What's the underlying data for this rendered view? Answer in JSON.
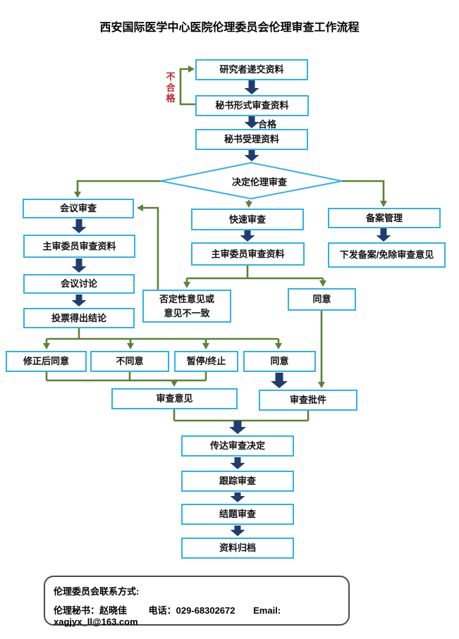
{
  "title": "西安国际医学中心医院伦理委员会伦理审查工作流程",
  "nodes": {
    "submit": {
      "label": "研究者递交资料"
    },
    "formal_review": {
      "label": "秘书形式审查资料"
    },
    "accept": {
      "label": "秘书受理资料"
    },
    "decide": {
      "label": "决定伦理审查"
    },
    "meeting_review": {
      "label": "会议审查"
    },
    "chief_review_meeting": {
      "label": "主审委员审查资料"
    },
    "meeting_discussion": {
      "label": "会议讨论"
    },
    "vote_conclusion": {
      "label": "投票得出结论"
    },
    "fast_review": {
      "label": "快速审查"
    },
    "chief_review_fast": {
      "label": "主审委员审查资料"
    },
    "record_management": {
      "label": "备案管理"
    },
    "issue_record": {
      "label": "下发备案/免除审查意见"
    },
    "negative_opinion": {
      "label_line1": "否定性意见或",
      "label_line2": "意见不一致"
    },
    "agree_fast": {
      "label": "同意"
    },
    "agree_after_amend": {
      "label": "修正后同意"
    },
    "disagree": {
      "label": "不同意"
    },
    "suspend_terminate": {
      "label": "暂停/终止"
    },
    "agree_vote": {
      "label": "同意"
    },
    "review_opinion": {
      "label": "审查意见"
    },
    "review_approval": {
      "label": "审查批件"
    },
    "convey_decision": {
      "label": "传达审查决定"
    },
    "follow_up_review": {
      "label": "跟踪审查"
    },
    "closing_review": {
      "label": "结题审查"
    },
    "archive": {
      "label": "资料归档"
    }
  },
  "edge_labels": {
    "qualified": "合格",
    "unqualified": "不合格"
  },
  "contact": {
    "title": "伦理委员会联系方式:",
    "secretary": "伦理秘书：赵晓佳",
    "phone": "电话：029-68302672",
    "email": "Email: xagjyx_ll@163.com"
  },
  "colors": {
    "box_border": "#31b0e7",
    "arrow_navy": "#1f3d6e",
    "connector_green": "#5c8136",
    "unqualified_red": "#bf2026",
    "contact_border": "#4a4a4a"
  }
}
